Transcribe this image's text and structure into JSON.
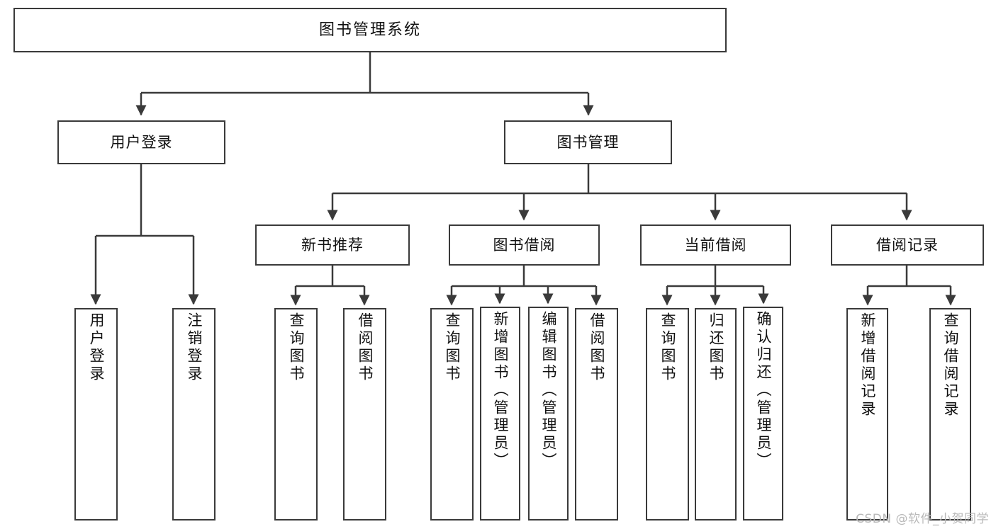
{
  "diagram": {
    "title": "图书管理系统",
    "type": "tree-hierarchy",
    "orientation": "top-down",
    "stroke_color": "#3a3a3a",
    "fill_color": "#ffffff",
    "text_color": "#111111"
  },
  "root": {
    "label": "图书管理系统"
  },
  "level1": [
    {
      "label": "用户登录"
    },
    {
      "label": "图书管理"
    }
  ],
  "level2": [
    {
      "label": "新书推荐"
    },
    {
      "label": "图书借阅"
    },
    {
      "label": "当前借阅"
    },
    {
      "label": "借阅记录"
    }
  ],
  "leaves": {
    "user_login": [
      {
        "label": "用户登录"
      },
      {
        "label": "注销登录"
      }
    ],
    "new_book_recommend": [
      {
        "label": "查询图书"
      },
      {
        "label": "借阅图书"
      }
    ],
    "book_borrow": [
      {
        "label": "查询图书"
      },
      {
        "label": "新增图书（管理员）"
      },
      {
        "label": "编辑图书（管理员）"
      },
      {
        "label": "借阅图书"
      }
    ],
    "current_borrow": [
      {
        "label": "查询图书"
      },
      {
        "label": "归还图书"
      },
      {
        "label": "确认归还（管理员）"
      }
    ],
    "borrow_record": [
      {
        "label": "新增借阅记录"
      },
      {
        "label": "查询借阅记录"
      }
    ]
  },
  "watermark": {
    "text": "CSDN @软件_小贺同学"
  }
}
